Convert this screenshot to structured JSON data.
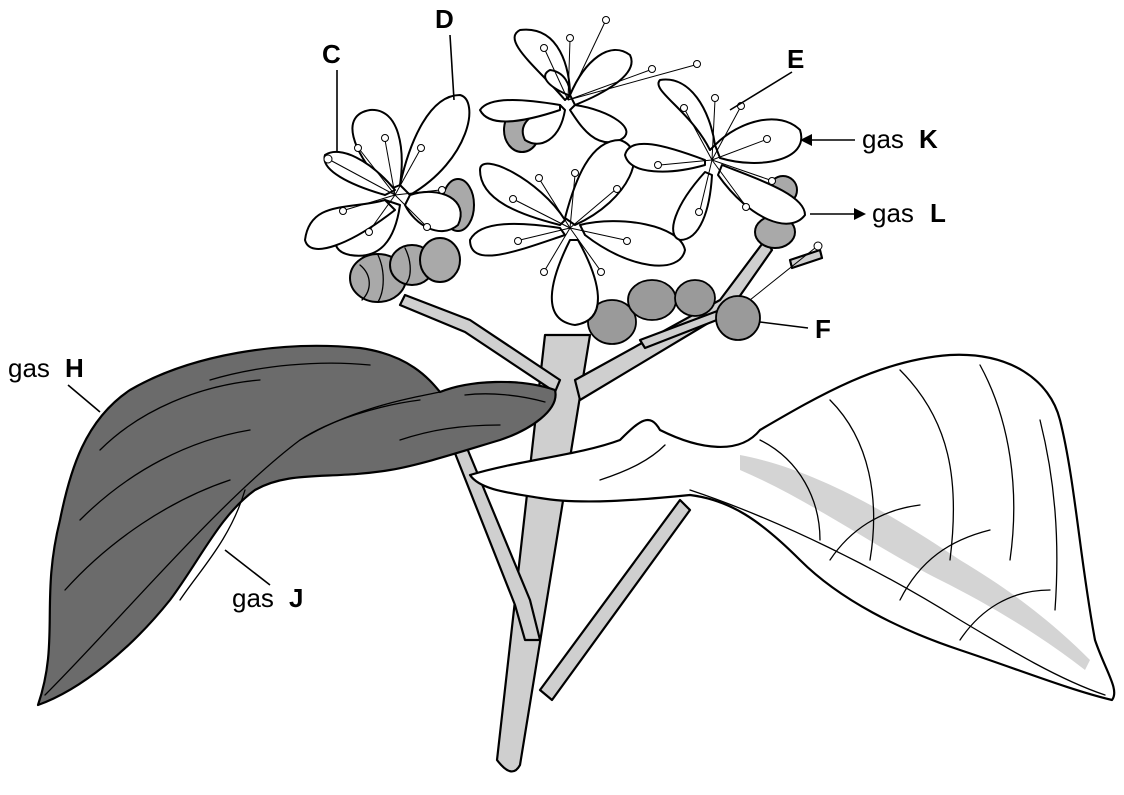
{
  "labels": {
    "C": "C",
    "D": "D",
    "E": "E",
    "F": "F",
    "gas_word": "gas",
    "H": "H",
    "J": "J",
    "K": "K",
    "L": "L"
  },
  "colors": {
    "upper_leaf": "#6b6b6b",
    "stem": "#cfcfcf",
    "lower_leaf_shade": "#d4d4d4",
    "bud": "#a9a9a9",
    "fruit": "#9a9a9a"
  }
}
